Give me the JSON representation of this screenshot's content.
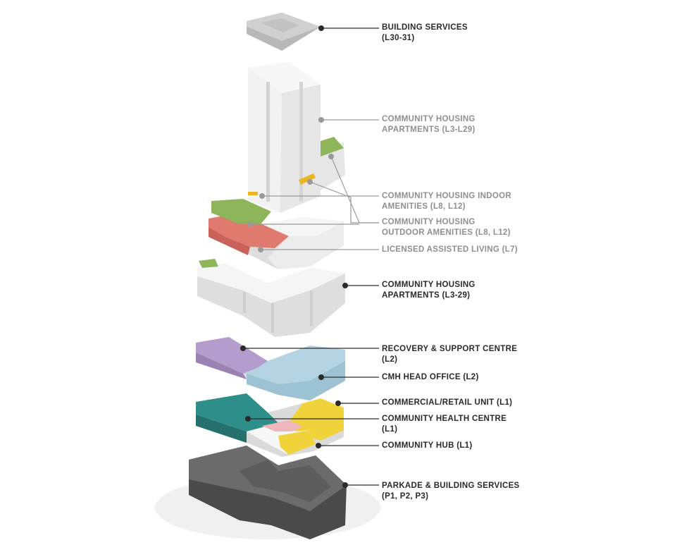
{
  "labels": [
    {
      "id": "building-services",
      "line1": "BUILDING SERVICES",
      "line2": "(L30-31)",
      "tone": "dark"
    },
    {
      "id": "community-housing-apartments-upper",
      "line1": "COMMUNITY HOUSING",
      "line2": "APARTMENTS (L3-L29)",
      "tone": "grey"
    },
    {
      "id": "community-housing-indoor-amenities",
      "line1": "COMMUNITY HOUSING INDOOR",
      "line2": "AMENITIES (L8, L12)",
      "tone": "grey"
    },
    {
      "id": "community-housing-outdoor-amenities",
      "line1": "COMMUNITY HOUSING",
      "line2": "OUTDOOR AMENITIES (L8, L12)",
      "tone": "grey"
    },
    {
      "id": "licensed-assisted-living",
      "line1": "LICENSED ASSISTED LIVING (L7)",
      "line2": "",
      "tone": "grey"
    },
    {
      "id": "community-housing-apartments-lower",
      "line1": "COMMUNITY HOUSING",
      "line2": "APARTMENTS (L3-29)",
      "tone": "dark"
    },
    {
      "id": "recovery-support-centre",
      "line1": "RECOVERY & SUPPORT CENTRE",
      "line2": "(L2)",
      "tone": "dark"
    },
    {
      "id": "cmh-head-office",
      "line1": "CMH HEAD OFFICE (L2)",
      "line2": "",
      "tone": "dark"
    },
    {
      "id": "commercial-retail-unit",
      "line1": "COMMERCIAL/RETAIL UNIT (L1)",
      "line2": "",
      "tone": "dark"
    },
    {
      "id": "community-health-centre",
      "line1": "COMMUNITY HEALTH CENTRE",
      "line2": "(L1)",
      "tone": "dark"
    },
    {
      "id": "community-hub",
      "line1": "COMMUNITY HUB (L1)",
      "line2": "",
      "tone": "dark"
    },
    {
      "id": "parkade-building-services",
      "line1": "PARKADE & BUILDING SERVICES",
      "line2": "(P1, P2, P3)",
      "tone": "dark"
    }
  ],
  "colors": {
    "white_mass": "#f2f2f2",
    "white_side": "#dcdcdc",
    "grey_roof": "#c4c4c4",
    "green": "#8fb55a",
    "red": "#e07a6e",
    "purple": "#b49ccc",
    "light_blue": "#b4d3e3",
    "teal": "#2e8f8a",
    "yellow": "#f0d33a",
    "pink": "#f0b6bd",
    "orange_strip": "#e8b520",
    "parkade_top": "#6b6b6b",
    "parkade_side": "#4a4a4a",
    "leader_dark": "#2a2a2a",
    "leader_grey": "#9a9a9a"
  }
}
